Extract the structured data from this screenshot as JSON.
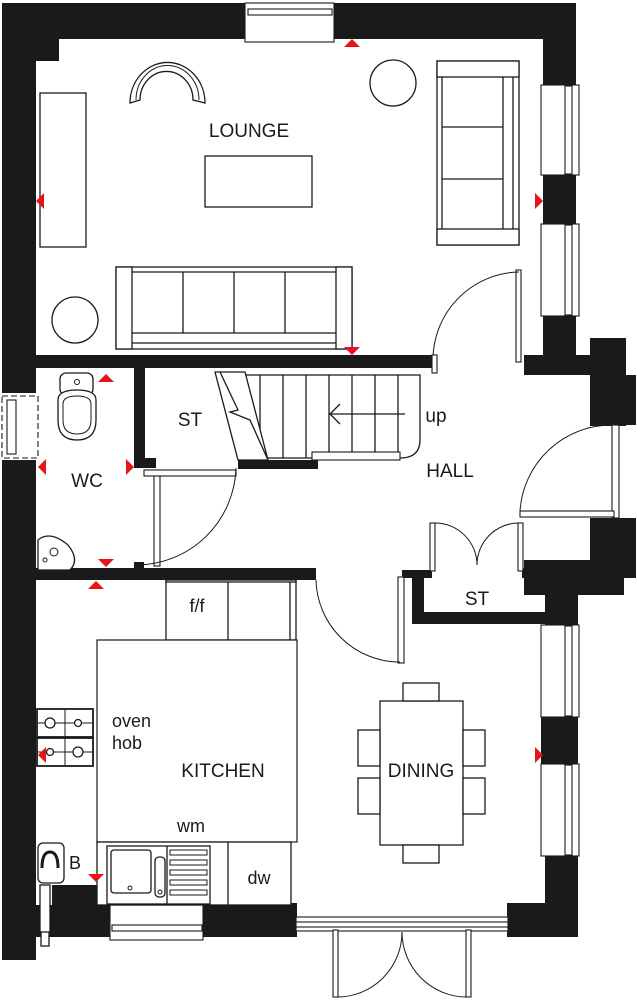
{
  "plan": {
    "title": "Ground Floor Plan",
    "rooms": {
      "lounge": "LOUNGE",
      "wc": "WC",
      "store_under_stairs": "ST",
      "hall": "HALL",
      "stairs_direction": "up",
      "store_hall": "ST",
      "kitchen": "KITCHEN",
      "dining": "DINING"
    },
    "fixtures": {
      "fridge_freezer": "f/f",
      "oven": "oven",
      "hob": "hob",
      "washing_machine": "wm",
      "dishwasher": "dw",
      "boiler": "B"
    },
    "colors": {
      "wall": "#1a1a1a",
      "marker": "#e8141c",
      "background": "#ffffff"
    }
  }
}
